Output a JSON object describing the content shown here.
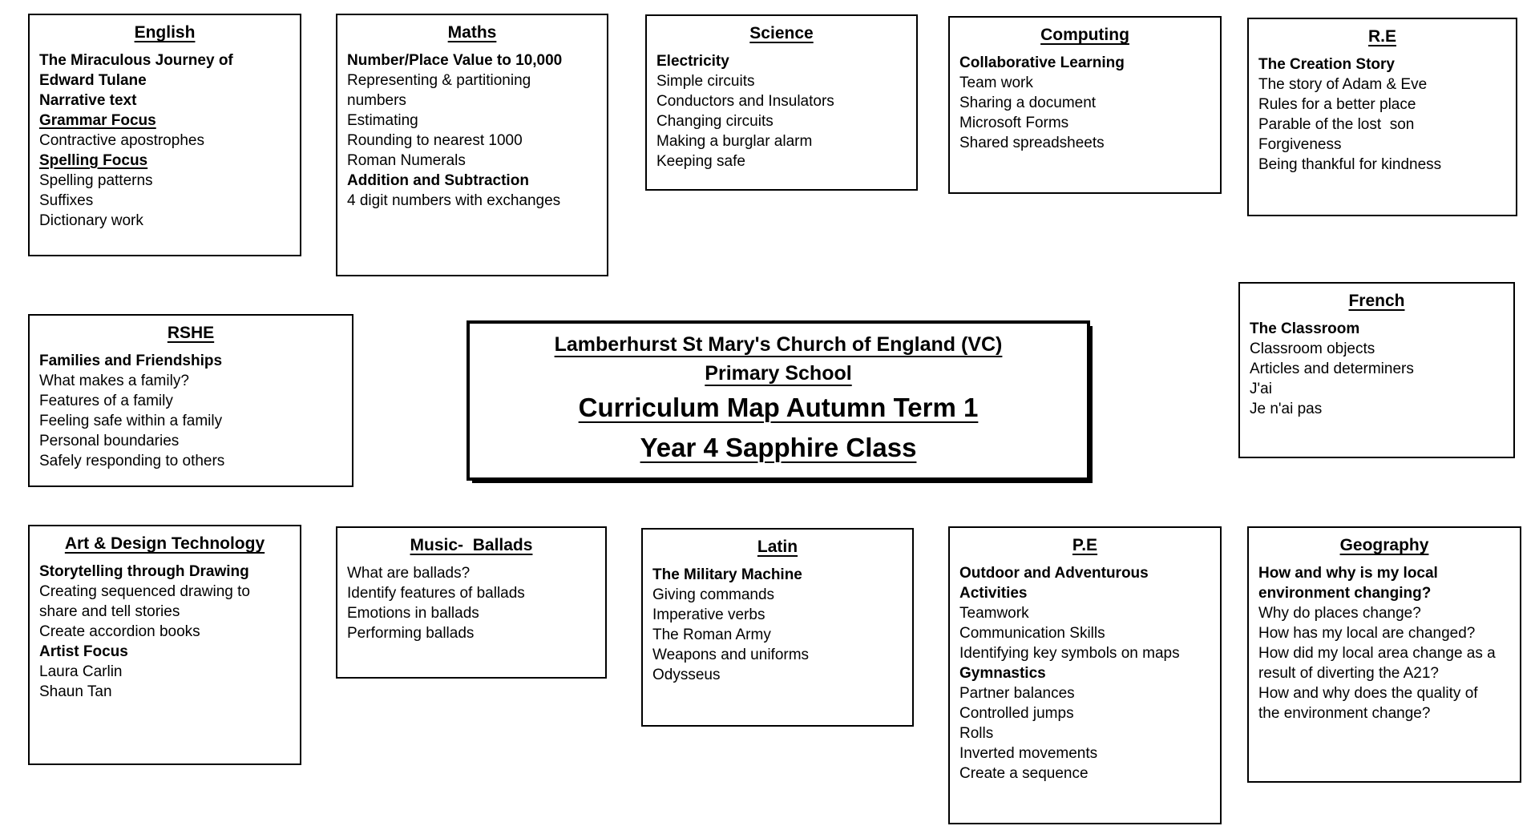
{
  "colors": {
    "background": "#ffffff",
    "text": "#000000",
    "border": "#000000"
  },
  "title_box": {
    "line1": "Lamberhurst St Mary's Church of England (VC)",
    "line2": "Primary School",
    "line3": "Curriculum Map Autumn Term 1",
    "line4": "Year 4 Sapphire Class"
  },
  "boxes": {
    "english": {
      "title": "English",
      "items": [
        {
          "text": "The Miraculous Journey of Edward Tulane",
          "style": "bold"
        },
        {
          "text": "Narrative text",
          "style": "bold"
        },
        {
          "text": "Grammar Focus",
          "style": "bold-underline"
        },
        {
          "text": "Contractive apostrophes"
        },
        {
          "text": "Spelling Focus",
          "style": "bold-underline"
        },
        {
          "text": "Spelling patterns"
        },
        {
          "text": "Suffixes"
        },
        {
          "text": "Dictionary work"
        }
      ]
    },
    "maths": {
      "title": "Maths",
      "items": [
        {
          "text": "Number/Place Value to 10,000",
          "style": "bold"
        },
        {
          "text": "Representing & partitioning numbers"
        },
        {
          "text": "Estimating"
        },
        {
          "text": "Rounding to nearest 1000"
        },
        {
          "text": "Roman Numerals"
        },
        {
          "text": "Addition and Subtraction",
          "style": "bold"
        },
        {
          "text": "4 digit numbers with exchanges"
        }
      ]
    },
    "science": {
      "title": "Science",
      "items": [
        {
          "text": "Electricity",
          "style": "bold"
        },
        {
          "text": "Simple circuits"
        },
        {
          "text": "Conductors and Insulators"
        },
        {
          "text": "Changing circuits"
        },
        {
          "text": "Making a burglar alarm"
        },
        {
          "text": "Keeping safe"
        }
      ]
    },
    "computing": {
      "title": "Computing",
      "items": [
        {
          "text": "Collaborative Learning",
          "style": "bold"
        },
        {
          "text": "Team work"
        },
        {
          "text": "Sharing a document"
        },
        {
          "text": "Microsoft Forms"
        },
        {
          "text": "Shared spreadsheets"
        }
      ]
    },
    "re": {
      "title": "R.E",
      "items": [
        {
          "text": "The Creation Story",
          "style": "bold"
        },
        {
          "text": "The story of Adam & Eve"
        },
        {
          "text": "Rules for a better place"
        },
        {
          "text": "Parable of the lost  son"
        },
        {
          "text": "Forgiveness"
        },
        {
          "text": "Being thankful for kindness"
        }
      ]
    },
    "rshe": {
      "title": "RSHE",
      "items": [
        {
          "text": "Families and Friendships",
          "style": "bold"
        },
        {
          "text": "What makes a family?"
        },
        {
          "text": "Features of a family"
        },
        {
          "text": "Feeling safe within a family"
        },
        {
          "text": "Personal boundaries"
        },
        {
          "text": "Safely responding to others"
        }
      ]
    },
    "french": {
      "title": "French",
      "items": [
        {
          "text": "The Classroom",
          "style": "bold"
        },
        {
          "text": "Classroom objects"
        },
        {
          "text": "Articles and determiners"
        },
        {
          "text": "J'ai"
        },
        {
          "text": "Je n'ai pas"
        }
      ]
    },
    "art_dt": {
      "title": "Art & Design Technology",
      "items": [
        {
          "text": "Storytelling through Drawing",
          "style": "bold"
        },
        {
          "text": "Creating sequenced drawing to share and tell stories"
        },
        {
          "text": "Create accordion books"
        },
        {
          "text": "Artist Focus",
          "style": "bold"
        },
        {
          "text": "Laura Carlin"
        },
        {
          "text": "Shaun Tan"
        }
      ]
    },
    "music": {
      "title": "Music-  Ballads",
      "items": [
        {
          "text": "What are ballads?"
        },
        {
          "text": "Identify features of ballads"
        },
        {
          "text": "Emotions in ballads"
        },
        {
          "text": "Performing ballads"
        }
      ]
    },
    "latin": {
      "title": "Latin",
      "items": [
        {
          "text": "The Military Machine",
          "style": "bold"
        },
        {
          "text": "Giving commands"
        },
        {
          "text": "Imperative verbs"
        },
        {
          "text": "The Roman Army"
        },
        {
          "text": "Weapons and uniforms"
        },
        {
          "text": "Odysseus"
        }
      ]
    },
    "pe": {
      "title": "P.E",
      "items": [
        {
          "text": "Outdoor and Adventurous Activities",
          "style": "bold"
        },
        {
          "text": "Teamwork"
        },
        {
          "text": "Communication Skills"
        },
        {
          "text": "Identifying key symbols on maps"
        },
        {
          "text": "Gymnastics",
          "style": "bold"
        },
        {
          "text": "Partner balances"
        },
        {
          "text": "Controlled jumps"
        },
        {
          "text": "Rolls"
        },
        {
          "text": "Inverted movements"
        },
        {
          "text": "Create a sequence"
        }
      ]
    },
    "geography": {
      "title": "Geography",
      "items": [
        {
          "text": "How and why is my local environment changing?",
          "style": "bold"
        },
        {
          "text": "Why do places change?"
        },
        {
          "text": "How has my local are changed?"
        },
        {
          "text": "How did my local area change as a result of diverting the A21?"
        },
        {
          "text": "How and why does the quality of the environment change?"
        }
      ]
    }
  }
}
